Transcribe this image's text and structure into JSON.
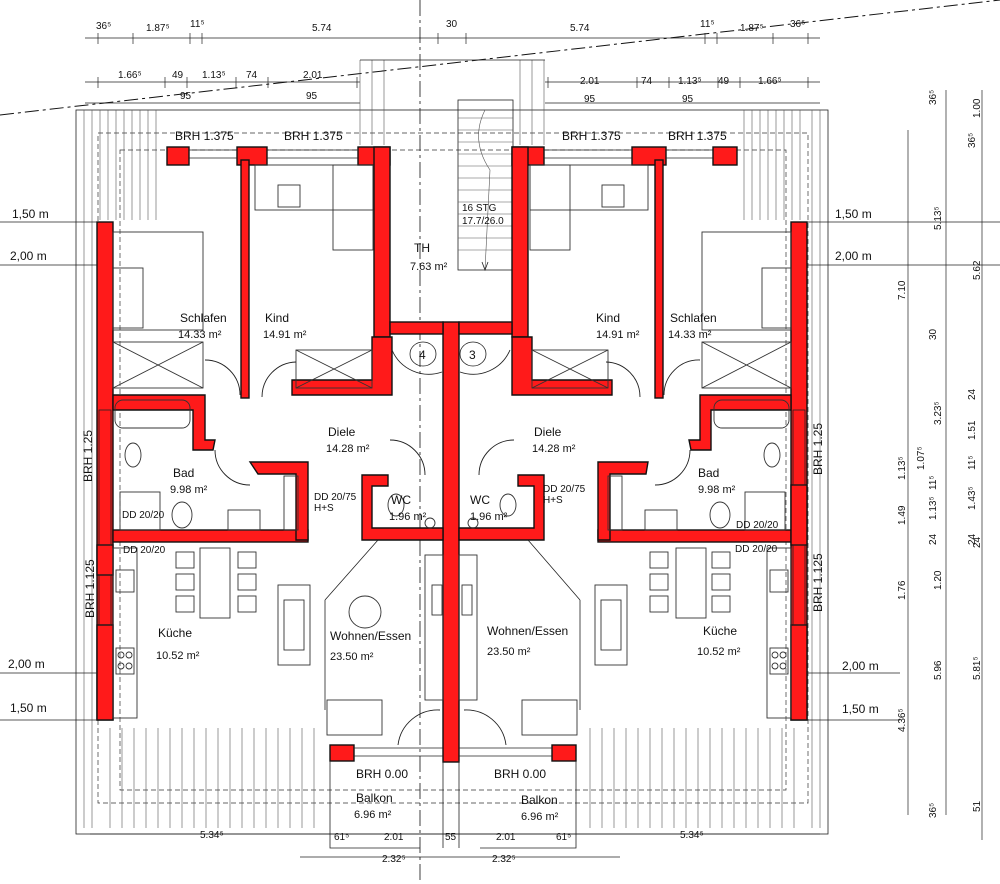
{
  "top_dims_row1": [
    "36⁵",
    "1.87⁵",
    "11⁵",
    "5.74",
    "30",
    "5.74",
    "11⁵",
    "1.87⁵",
    "36⁵"
  ],
  "top_dims_row2_left": [
    "1.66⁵",
    "49",
    "1.13⁵",
    "74",
    "2.01"
  ],
  "top_dims_row2_right": [
    "2.01",
    "74",
    "1.13⁵",
    "49",
    "1.66⁵"
  ],
  "top_dims_row3": [
    "95",
    "95",
    "95",
    "95"
  ],
  "brh_top": [
    "BRH 1.375",
    "BRH 1.375",
    "BRH 1.375",
    "BRH 1.375"
  ],
  "brh_side_left": [
    "BRH 1.25",
    "BRH 1.125"
  ],
  "brh_side_right": [
    "BRH 1.25",
    "BRH 1.125"
  ],
  "brh_bottom": [
    "BRH 0.00",
    "BRH 0.00"
  ],
  "levels_left": [
    "1,50 m",
    "2,00 m",
    "2,00 m",
    "1,50 m"
  ],
  "levels_right": [
    "1,50 m",
    "2,00 m",
    "2,00 m",
    "1,50 m"
  ],
  "stair": {
    "label": "16 STG 17.7/26.0",
    "line1": "16 STG",
    "line2": "17.7/26.0",
    "room": "TH",
    "area": "7.63 m²"
  },
  "circles": [
    "4",
    "3"
  ],
  "rooms_left": [
    {
      "name": "Schlafen",
      "area": "14.33 m²"
    },
    {
      "name": "Kind",
      "area": "14.91 m²"
    },
    {
      "name": "Diele",
      "area": "14.28 m²"
    },
    {
      "name": "Bad",
      "area": "9.98 m²"
    },
    {
      "name": "WC",
      "area": "1.96 m²"
    },
    {
      "name": "Küche",
      "area": "10.52 m²"
    },
    {
      "name": "Wohnen/Essen",
      "area": "23.50 m²"
    },
    {
      "name": "Balkon",
      "area": "6.96 m²"
    }
  ],
  "rooms_right": [
    {
      "name": "Kind",
      "area": "14.91 m²"
    },
    {
      "name": "Schlafen",
      "area": "14.33 m²"
    },
    {
      "name": "Diele",
      "area": "14.28 m²"
    },
    {
      "name": "Bad",
      "area": "9.98 m²"
    },
    {
      "name": "WC",
      "area": "1.96 m²"
    },
    {
      "name": "Küche",
      "area": "10.52 m²"
    },
    {
      "name": "Wohnen/Essen",
      "area": "23.50 m²"
    },
    {
      "name": "Balkon",
      "area": "6.96 m²"
    }
  ],
  "duct_labels": {
    "dd_20_75": "DD 20/75",
    "hs": "H+S",
    "dd_20_20": "DD 20/20"
  },
  "right_dims_a": [
    "7.10",
    "30",
    "1.13⁵",
    "1.49",
    "24",
    "1.76",
    "5.96",
    "4.36⁵"
  ],
  "right_dims_b": [
    "5.13⁵",
    "3.23⁵",
    "1.07⁵",
    "11⁵",
    "1.13⁵",
    "24",
    "1.20",
    "36⁵"
  ],
  "right_dims_c": [
    "36⁵",
    "1.00",
    "36⁵",
    "5.62",
    "24",
    "1.51",
    "11⁵",
    "1.43⁵",
    "24",
    "5.81⁵",
    "51"
  ],
  "bottom_dims_row1": [
    "5.34⁵",
    "61⁵",
    "2.01",
    "55",
    "2.01",
    "61⁵",
    "5.34⁵"
  ],
  "bottom_dims_row2": [
    "2.32⁵",
    "2.32⁵"
  ]
}
